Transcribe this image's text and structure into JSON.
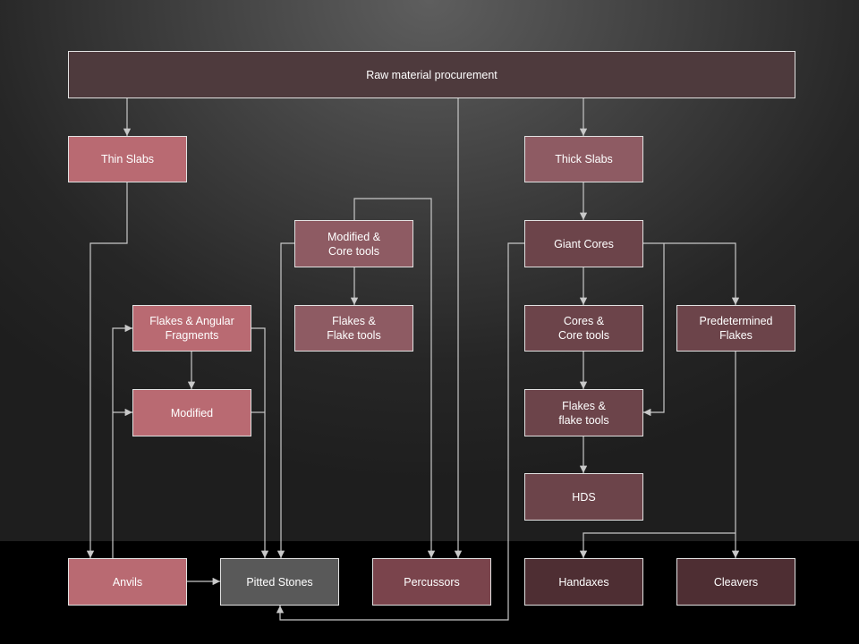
{
  "nodes": {
    "raw": "Raw material procurement",
    "thin_slabs": "Thin Slabs",
    "thick_slabs": "Thick Slabs",
    "modified_core_tools": "Modified &\nCore tools",
    "giant_cores": "Giant Cores",
    "flakes_angular": "Flakes & Angular\nFragments",
    "flakes_flake_tools_left": "Flakes &\nFlake tools",
    "cores_core_tools": "Cores &\nCore tools",
    "predetermined_flakes": "Predetermined\nFlakes",
    "modified": "Modified",
    "flakes_flake_tools_right": "Flakes &\nflake tools",
    "hds": "HDS",
    "anvils": "Anvils",
    "pitted_stones": "Pitted Stones",
    "percussors": "Percussors",
    "handaxes": "Handaxes",
    "cleavers": "Cleavers"
  },
  "colors": {
    "light_pink": "#b96a72",
    "mauve": "#8e5b63",
    "dark_mauve": "#6c444a",
    "dark_maroon": "#4e2e33",
    "gray": "#595959",
    "connector": "#c8c8c8"
  }
}
